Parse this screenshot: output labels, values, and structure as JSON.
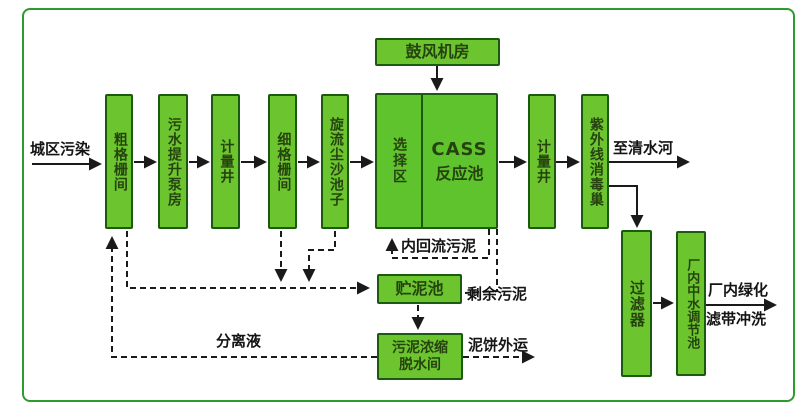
{
  "diagram_type": "process-flowchart",
  "subject": "wastewater treatment plant CASS process flow",
  "colors": {
    "node_fill": "#6cc52f",
    "node_fill_big": "#5ec32d",
    "node_border": "#1c5a10",
    "node_text": "#26430f",
    "frame_border": "#2e9b2e",
    "line_color": "#1a1a1a",
    "background": "#ffffff"
  },
  "nodes": {
    "blower_room": "鼓风机房",
    "coarse_screen_room": "粗格栅间",
    "sewage_lift_pump_house": "污水提升泵房",
    "metering_well_1": "计量井",
    "fine_screen_room": "细格栅间",
    "cyclone_grit_chamber": "旋流尘沙池子",
    "selector_zone": "选择区",
    "cass_line1": "CASS",
    "cass_line2": "反应池",
    "metering_well_2": "计量井",
    "uv_disinfection_channel": "紫外线消毒巢",
    "filter": "过滤器",
    "reuse_water_regulating_pool": "厂内中水调节池",
    "sludge_storage_tank": "贮泥池",
    "sludge_dewatering_line1": "污泥浓缩",
    "sludge_dewatering_line2": "脱水间"
  },
  "edge_labels": {
    "inflow": "城区污染",
    "to_river": "至清水河",
    "internal_return_sludge": "内回流污泥",
    "excess_sludge": "剩余污泥",
    "separated_liquid": "分离液",
    "sludge_cake_out": "泥饼外运",
    "reuse_line1": "厂内绿化",
    "reuse_line2": "滤带冲洗"
  }
}
